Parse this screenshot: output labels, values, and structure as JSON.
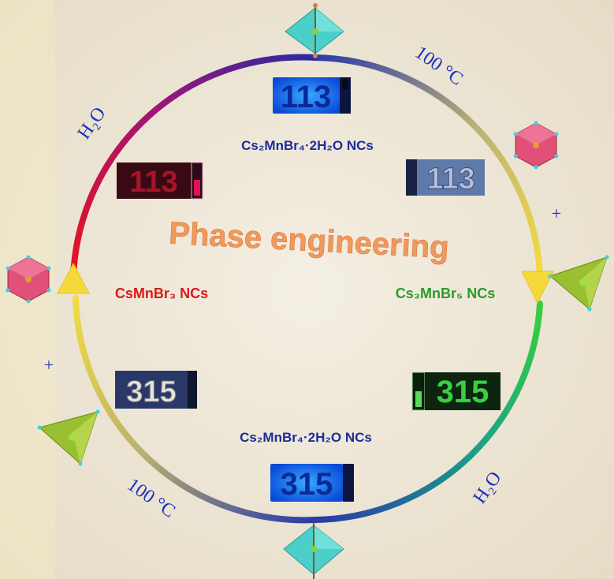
{
  "title": "Phase engineering",
  "phases": {
    "top_hydrate": "Cs₂MnBr₄·2H₂O NCs",
    "bottom_hydrate": "Cs₂MnBr₄·2H₂O NCs",
    "left": "CsMnBr₃ NCs",
    "right": "Cs₃MnBr₅ NCs"
  },
  "conditions": {
    "top_right": "100 °C",
    "bottom_left": "100 °C",
    "top_left": "H₂O",
    "bottom_right": "H₂O",
    "plus": "+"
  },
  "sample_labels": {
    "top_blue": "113",
    "top_left_red": "113",
    "top_right_white": "113",
    "bottom_left_white": "315",
    "bottom_right_green": "315",
    "bottom_blue": "315"
  },
  "colors": {
    "ring_blue": "#2a3ca8",
    "ring_yellow": "#f2dc48",
    "ring_red": "#e8141c",
    "ring_green": "#2dc83a",
    "title_orange": "#ef9a5c",
    "hydrate_label": "#1e2c9a",
    "csmnbr3_label": "#d81a1a",
    "cs3mnbr5_label": "#2a9c2a",
    "condition_text": "#1a30c0"
  }
}
